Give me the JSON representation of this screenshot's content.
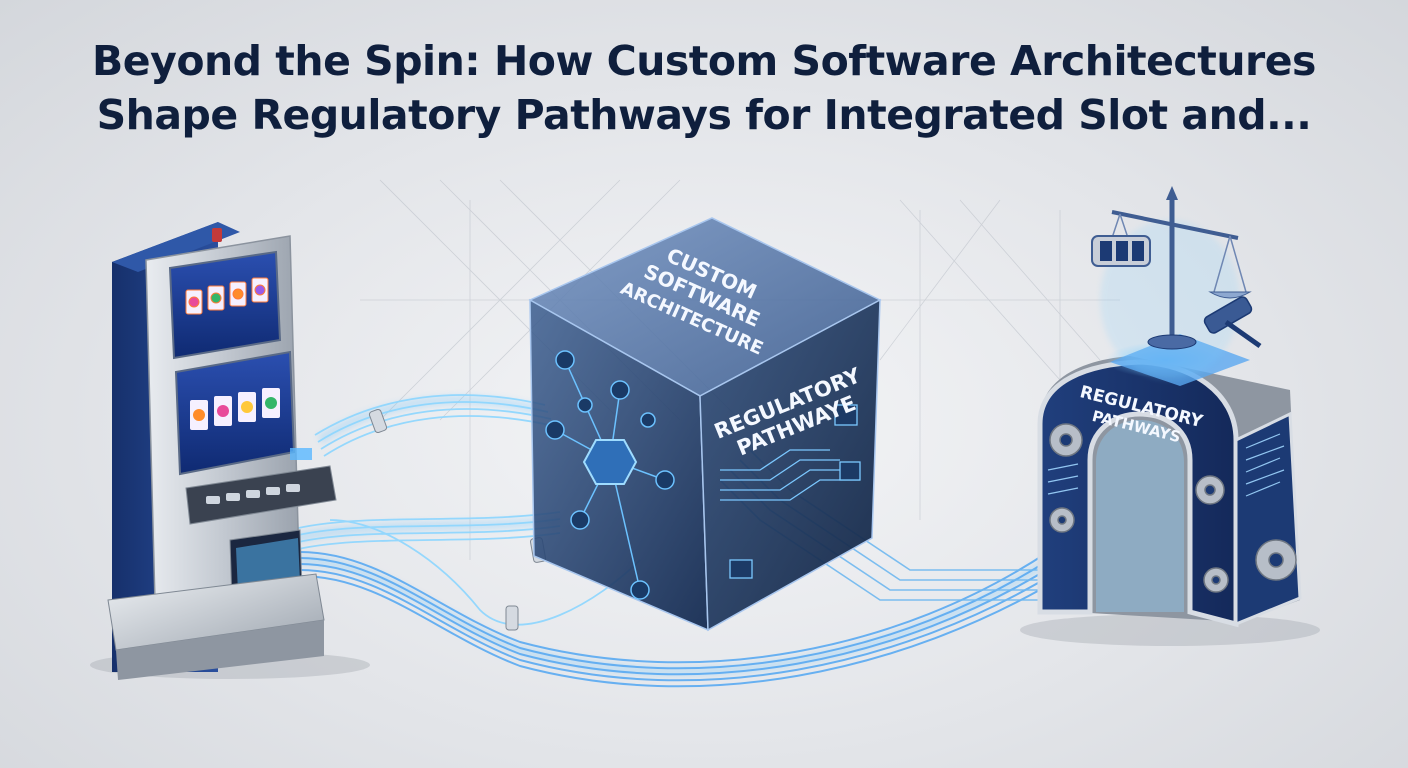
{
  "headline": {
    "line1": "Beyond the Spin: How Custom Software Architectures",
    "line2": "Shape Regulatory Pathways for Integrated Slot and..."
  },
  "cube": {
    "top_label_lines": [
      "CUSTOM",
      "SOFTWARE",
      "ARCHITECTURE"
    ],
    "side_label_lines": [
      "REGULATORY",
      "PATHWAYE"
    ]
  },
  "arch": {
    "label_lines": [
      "REGULATORY",
      "PATHWAYS"
    ]
  },
  "icons": {
    "slot_machine": "slot-machine-icon",
    "justice_scale": "scales-of-justice-icon",
    "gavel": "gavel-icon",
    "gears": "gear-icon"
  },
  "colors": {
    "headline": "#0f1f3d",
    "cabinet_blue": "#1f3f86",
    "glow_blue": "#4fb6ff",
    "steel": "#c9ced6"
  }
}
